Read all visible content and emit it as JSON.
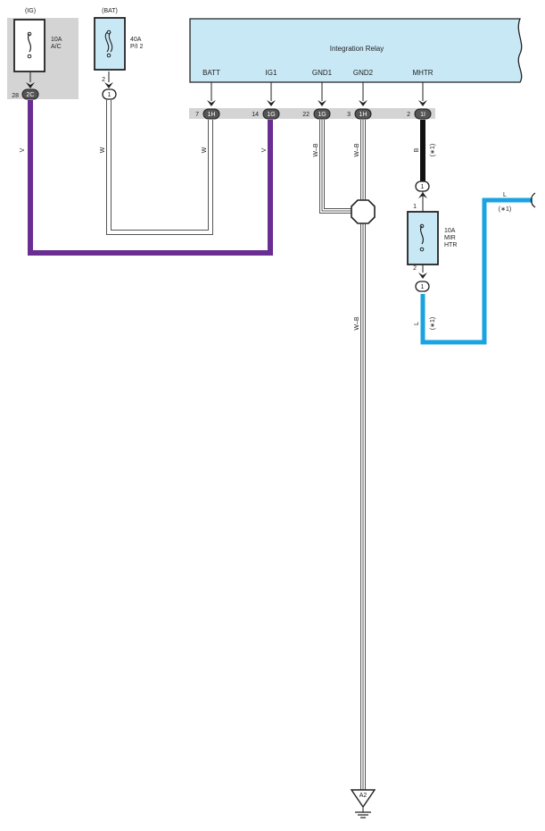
{
  "colors": {
    "relay_fill": "#c8e8f6",
    "fuse_fill": "#c8e8f6",
    "panel_gray": "#d4d4d4",
    "wire_violet": "#6a2d91",
    "wire_light_blue": "#1aa3e0",
    "wire_black": "#111111",
    "wire_white": "#ffffff",
    "wire_outline": "#555555"
  },
  "relay": {
    "title": "Integration Relay",
    "pins": {
      "batt": "BATT",
      "ig1": "IG1",
      "gnd1": "GND1",
      "gnd2": "GND2",
      "mhtr": "MHTR"
    }
  },
  "fuses": {
    "ac": {
      "source": "(IG)",
      "rating": "10A",
      "name": "A/C",
      "pin": "28",
      "connector": "2C"
    },
    "pi2": {
      "source": "(BAT)",
      "rating": "40A",
      "name": "P/I 2",
      "pin": "2",
      "connector": "1"
    },
    "mir": {
      "rating": "10A",
      "name1": "MIR",
      "name2": "HTR",
      "pin_top": "1",
      "pin_bottom": "2",
      "connector_top": "1",
      "connector_bottom": "1"
    }
  },
  "relay_connectors": {
    "batt": {
      "pin": "7",
      "id": "1H"
    },
    "ig1": {
      "pin": "14",
      "id": "1G"
    },
    "gnd1": {
      "pin": "22",
      "id": "1G"
    },
    "gnd2": {
      "pin": "3",
      "id": "1H"
    },
    "mhtr": {
      "pin": "2",
      "id": "1I"
    }
  },
  "wires": {
    "v_left": "V",
    "w_left": "W",
    "w_right": "W",
    "v_right": "V",
    "wb_gnd1": "W–B",
    "wb_gnd2": "W–B",
    "wb_main": "W–B",
    "b_mhtr": "B",
    "b_mhtr_note": "(∗1)",
    "l_right": "L",
    "l_right_note": "(∗1)",
    "l_bottom": "L",
    "l_bottom_note": "(∗1)"
  },
  "ground": {
    "id": "A2"
  }
}
